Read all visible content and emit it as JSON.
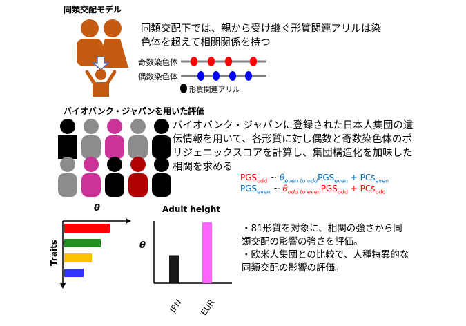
{
  "section1": {
    "title": "同類交配モデル",
    "description_line1": "同類交配下では、親から受け継ぐ形質関連アリルは染",
    "description_line2": "色体を超えて相関関係を持つ",
    "chromosome_odd_label": "奇数染色体",
    "chromosome_even_label": "偶数染色体",
    "allele_legend": "形質関連アリル",
    "colors": {
      "parent": "#c55a11",
      "odd_allele": "#ff0000",
      "even_allele": "#0000ff",
      "chromosome": "#808080"
    }
  },
  "section2": {
    "title": "バイオバンク・ジャパンを用いた評価",
    "description_line1": "バイオバンク・ジャパンに登録された日本人集団の遺",
    "description_line2": "伝情報を用いて、各形質に対し偶数と奇数染色体のポ",
    "description_line3": "リジェニックスコアを計算し、集団構造化を加味した",
    "description_line4": "相関を求める",
    "people_row1_colors": [
      "#000000",
      "#8c8c8c",
      "#cc3399",
      "#8c8c8c",
      "#000000"
    ],
    "people_row2_colors": [
      "#8c8c8c",
      "#cc3399",
      "#000000",
      "#b00000",
      "#000000"
    ],
    "formula1": {
      "lhs": "PGS",
      "lhs_sub": "odd",
      "tilde": "~",
      "theta": "θ",
      "theta_sub": "even to odd",
      "pgs": "PGS",
      "pgs_sub": "even",
      "plus": "+",
      "pcs": "PCs",
      "pcs_sub": "even"
    },
    "formula2": {
      "lhs": "PGS",
      "lhs_sub": "even",
      "tilde": "~",
      "theta": "θ",
      "theta_sub": "odd to even",
      "pgs": "PGS",
      "pgs_sub": "odd",
      "plus": "+",
      "pcs": "PCs",
      "pcs_sub": "odd"
    }
  },
  "section3": {
    "traits_chart": {
      "theta_label": "θ",
      "y_label": "Traits",
      "bar_colors": [
        "#ff0000",
        "#228b22",
        "#ffc000",
        "#3333ff"
      ]
    },
    "bullet1_line1": "・81形質を対象に、相関の強さから同",
    "bullet1_line2": "類交配の影響の強さを評価。",
    "bullet2_line1": "・欧米人集団との比較で、人種特異的な",
    "bullet2_line2": "同類交配の影響の評価。"
  },
  "chart_data": {
    "type": "bar",
    "title": "Adult height",
    "ylabel": "θ",
    "categories": [
      "JPN",
      "EUR"
    ],
    "values": [
      0.45,
      0.98
    ],
    "colors": [
      "#1a1a1a",
      "#ff66ff"
    ]
  }
}
